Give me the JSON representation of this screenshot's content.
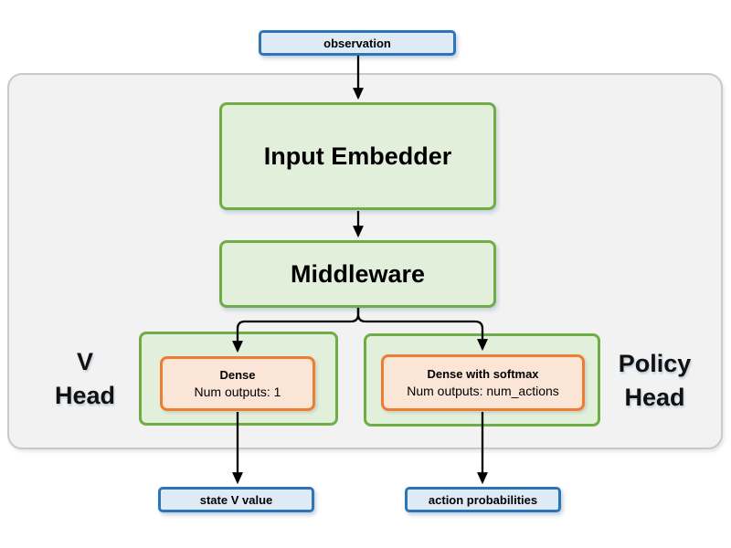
{
  "diagram": {
    "nodes": {
      "observation": {
        "label": "observation"
      },
      "input_embedder": {
        "label": "Input Embedder"
      },
      "middleware": {
        "label": "Middleware"
      },
      "v_head": {
        "label_line1": "V",
        "label_line2": "Head",
        "layer": {
          "title": "Dense",
          "subtitle": "Num outputs: 1"
        }
      },
      "policy_head": {
        "label_line1": "Policy",
        "label_line2": "Head",
        "layer": {
          "title": "Dense with softmax",
          "subtitle": "Num outputs: num_actions"
        }
      },
      "state_v_value": {
        "label": "state V value"
      },
      "action_probabilities": {
        "label": "action probabilities"
      }
    },
    "colors": {
      "io_border": "#2e75b6",
      "io_fill": "#deebf7",
      "block_border": "#70ad47",
      "block_fill": "#e2efda",
      "layer_border": "#ed7d31",
      "layer_fill": "#fbe5d6",
      "container_fill": "#f2f2f2",
      "container_border": "#c9c9c9",
      "arrow": "#000000"
    }
  }
}
